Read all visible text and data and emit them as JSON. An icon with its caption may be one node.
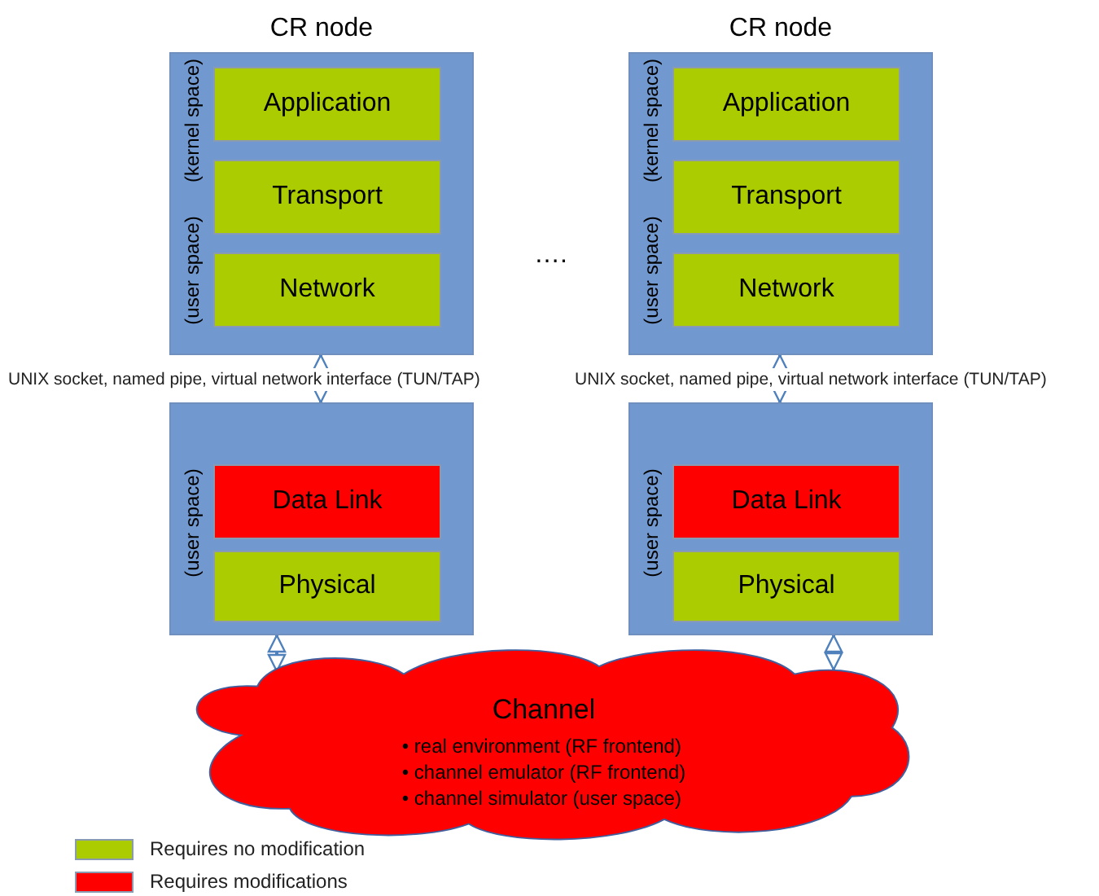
{
  "diagram": {
    "nodes": [
      {
        "text": [
          "CR node",
          "(kernel space)",
          "(user space)"
        ]
      },
      {
        "text": [
          "Application"
        ],
        "in": 0
      },
      {
        "text": [
          "Transport"
        ],
        "in": 0
      },
      {
        "text": [
          "Network"
        ],
        "in": 0
      },
      {
        "text": [
          "(user space)"
        ]
      },
      {
        "text": [
          "Data Link"
        ],
        "in": 4
      },
      {
        "text": [
          "Physical"
        ],
        "in": 4
      },
      {
        "text": [
          "CR node",
          "(kernel space)",
          "(user space)"
        ]
      },
      {
        "text": [
          "Application"
        ],
        "in": 7
      },
      {
        "text": [
          "Transport"
        ],
        "in": 7
      },
      {
        "text": [
          "Network"
        ],
        "in": 7
      },
      {
        "text": [
          "(user space)"
        ]
      },
      {
        "text": [
          "Data Link"
        ],
        "in": 11
      },
      {
        "text": [
          "Physical"
        ],
        "in": 11
      },
      {
        "text": [
          "Channel",
          "• real environment (RF frontend)",
          "• channel emulator (RF frontend)",
          "• channel simulator (user space)"
        ]
      }
    ],
    "edges": [
      {
        "from": 0,
        "to": 4,
        "arrow": "both",
        "label": "UNIX socket, named pipe, virtual network interface (TUN/TAP)"
      },
      {
        "from": 7,
        "to": 11,
        "arrow": "both",
        "label": "UNIX socket, named pipe, virtual network interface (TUN/TAP)"
      },
      {
        "from": 4,
        "to": 14,
        "arrow": "both"
      },
      {
        "from": 11,
        "to": 14,
        "arrow": "both"
      }
    ],
    "labels": [
      "…."
    ],
    "legend": [
      {
        "text": "Requires no modification",
        "color": "#aacc00"
      },
      {
        "text": "Requires modifications",
        "color": "#ff0000"
      }
    ]
  }
}
